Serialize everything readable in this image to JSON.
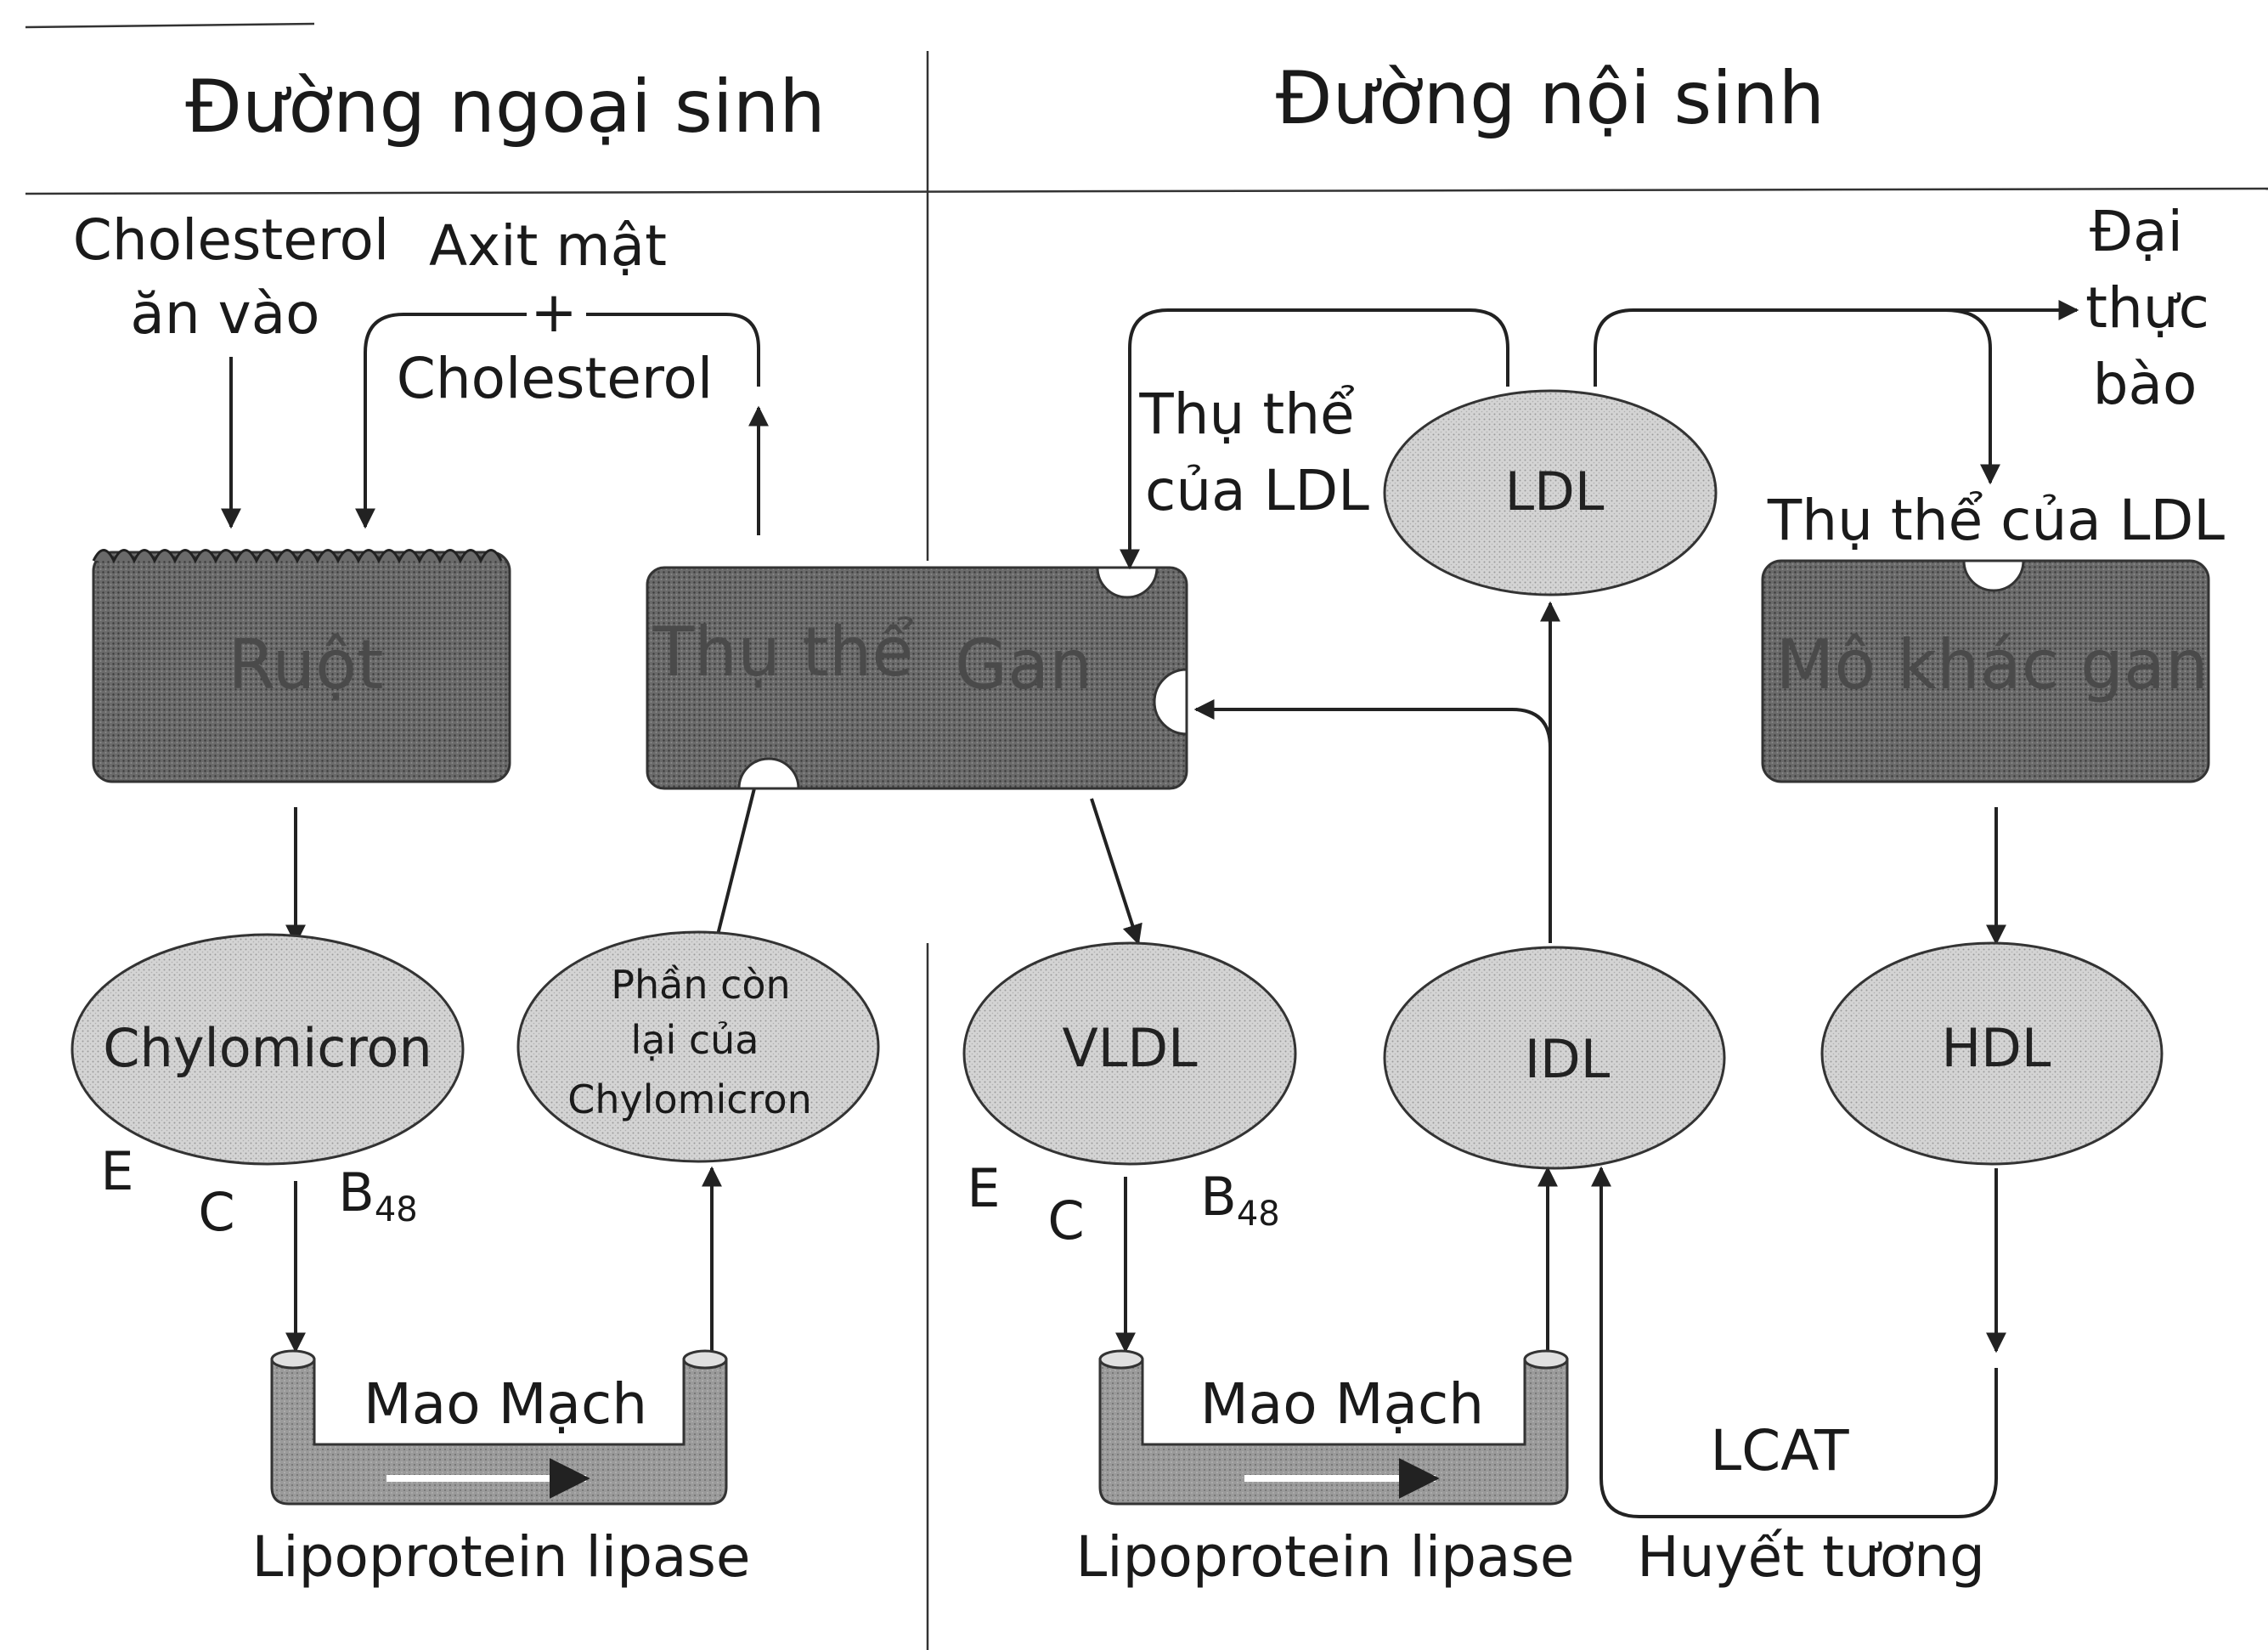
{
  "titles": {
    "left": "Đường ngoại sinh",
    "right": "Đường nội sinh"
  },
  "left": {
    "cholesterol_an_vao": [
      "Cholesterol",
      "ăn vào"
    ],
    "axit_mat": "Axit mật",
    "plus": "+",
    "cholesterol": "Cholesterol",
    "ruot": "Ruột",
    "thu_the": "Thụ thể",
    "gan": "Gan",
    "chylomicron": "Chylomicron",
    "phan_con_lai": [
      "Phần còn",
      "lại của",
      "Chylomicron"
    ],
    "apo_e": "E",
    "apo_c": "C",
    "apo_b": "B",
    "apo_b_sub": "48",
    "mao_mach": "Mao Mạch",
    "lipoprotein_lipase": "Lipoprotein lipase"
  },
  "right": {
    "dai_thuc_bao": [
      "Đại",
      "thực",
      "bào"
    ],
    "thu_the_cua_ldl_left": [
      "Thụ thể",
      "của LDL"
    ],
    "ldl": "LDL",
    "thu_the_cua_ldl_right": "Thụ thể của LDL",
    "mo_khac_gan": "Mô khác gan",
    "vldl": "VLDL",
    "idl": "IDL",
    "hdl": "HDL",
    "apo_e": "E",
    "apo_c": "C",
    "apo_b": "B",
    "apo_b_sub": "48",
    "mao_mach": "Mao Mạch",
    "lipoprotein_lipase": "Lipoprotein lipase",
    "lcat": "LCAT",
    "huyet_tuong": "Huyết tương"
  }
}
